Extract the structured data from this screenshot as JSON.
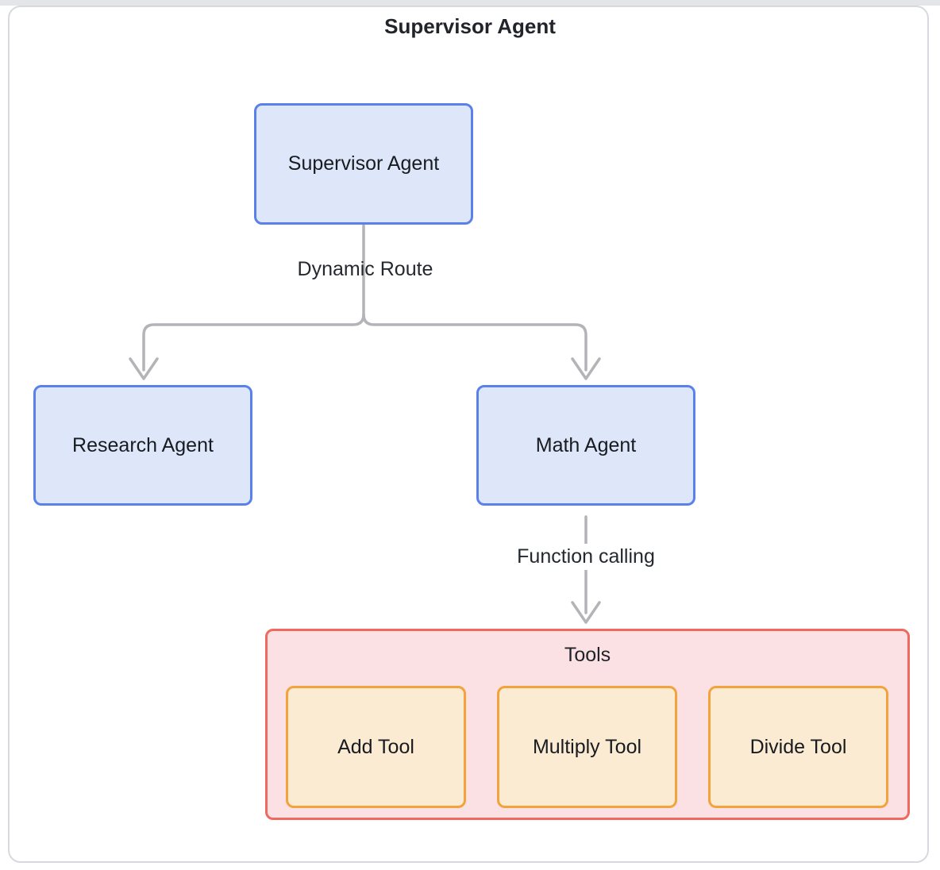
{
  "diagram": {
    "title": "Supervisor Agent",
    "nodes": {
      "supervisor": {
        "label": "Supervisor Agent"
      },
      "research": {
        "label": "Research Agent"
      },
      "math": {
        "label": "Math Agent"
      }
    },
    "edges": {
      "dynamic_route": {
        "label": "Dynamic Route"
      },
      "function_calling": {
        "label": "Function calling"
      }
    },
    "tools_group": {
      "title": "Tools",
      "tools": [
        {
          "label": "Add Tool"
        },
        {
          "label": "Multiply Tool"
        },
        {
          "label": "Divide Tool"
        }
      ]
    },
    "colors": {
      "agent_fill": "#dee7fa",
      "agent_border": "#5a81e9",
      "tools_fill": "#fbe1e3",
      "tools_border": "#f0695f",
      "tool_fill": "#fcebd3",
      "tool_border": "#f2a33c",
      "connector": "#b4b4b8",
      "card_border": "#d6d9dd"
    }
  }
}
